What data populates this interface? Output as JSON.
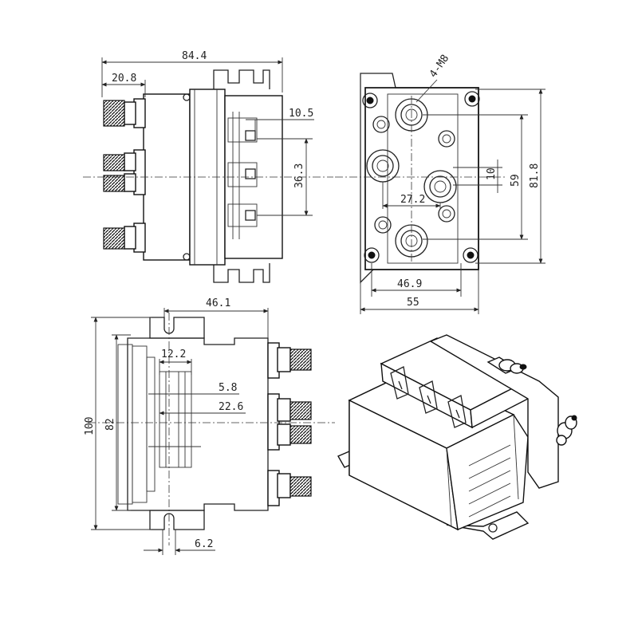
{
  "dimensions": {
    "side_view": {
      "overall_length": "84.4",
      "terminal_length": "20.8",
      "terminal_offset": "10.5",
      "terminal_spacing": "36.3"
    },
    "end_view": {
      "thread": "4-M8",
      "spacing_10": "10",
      "inner_height": "59",
      "outer_height": "81.8",
      "stud_spacing": "27.2",
      "hole_spacing": "46.9",
      "overall_width": "55"
    },
    "top_view": {
      "body_length": "46.1",
      "slot_width": "12.2",
      "offset_small": "5.8",
      "offset_large": "22.6",
      "slot_bottom": "6.2",
      "overall_height": "100",
      "inner_height": "82"
    }
  },
  "views": [
    "side-view",
    "end-view",
    "top-view",
    "isometric-view"
  ]
}
